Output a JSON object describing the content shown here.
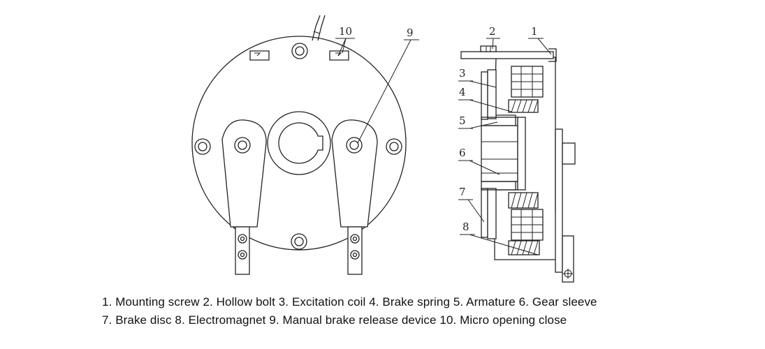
{
  "callouts": [
    "1",
    "2",
    "3",
    "4",
    "5",
    "6",
    "7",
    "8",
    "9",
    "10"
  ],
  "caption": {
    "line1": "1. Mounting screw  2. Hollow bolt  3. Excitation coil  4. Brake spring  5. Armature  6. Gear sleeve",
    "line2": "7. Brake disc  8. Electromagnet  9. Manual brake release device  10. Micro opening close"
  }
}
